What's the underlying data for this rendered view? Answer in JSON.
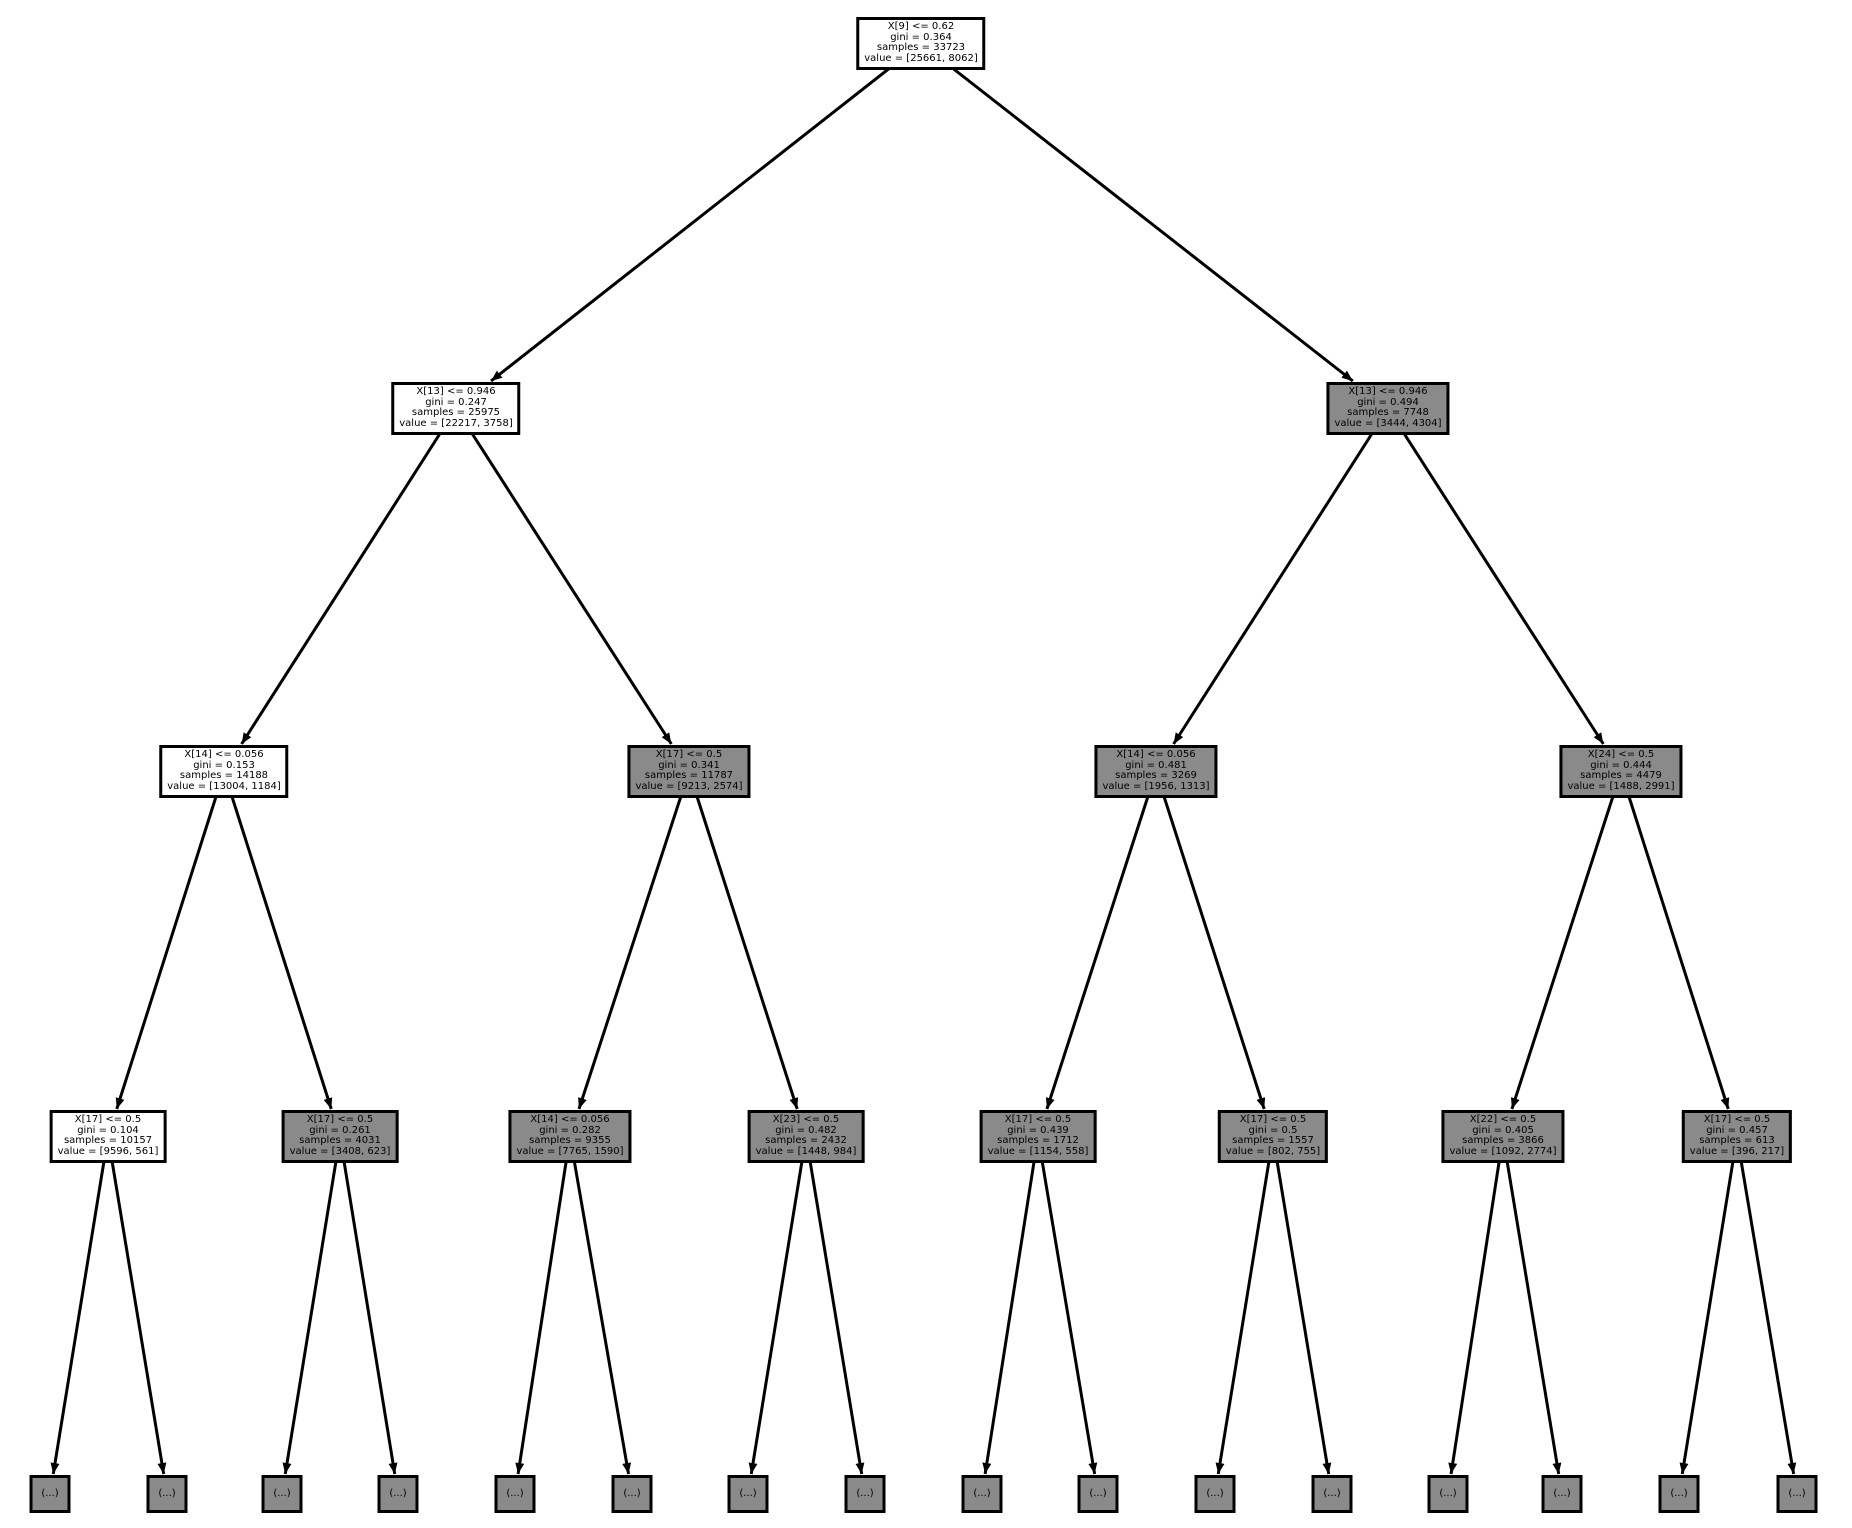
{
  "figure": {
    "background_color": "#ffffff",
    "node_border_color": "#000000",
    "edge_color": "#000000",
    "fill_colors": {
      "white": "#ffffff",
      "gray": "#8a8a8a"
    }
  },
  "tree": {
    "nodes": [
      {
        "id": "n0",
        "fill": "white",
        "children": [
          "n1",
          "n2"
        ],
        "lines": [
          "X[9] <= 0.62",
          "gini = 0.364",
          "samples = 33723",
          "value = [25661, 8062]"
        ]
      },
      {
        "id": "n1",
        "fill": "white",
        "children": [
          "n3",
          "n4"
        ],
        "lines": [
          "X[13] <= 0.946",
          "gini = 0.247",
          "samples = 25975",
          "value = [22217, 3758]"
        ]
      },
      {
        "id": "n2",
        "fill": "gray",
        "children": [
          "n5",
          "n6"
        ],
        "lines": [
          "X[13] <= 0.946",
          "gini = 0.494",
          "samples = 7748",
          "value = [3444, 4304]"
        ]
      },
      {
        "id": "n3",
        "fill": "white",
        "children": [
          "n7",
          "n8"
        ],
        "lines": [
          "X[14] <= 0.056",
          "gini = 0.153",
          "samples = 14188",
          "value = [13004, 1184]"
        ]
      },
      {
        "id": "n4",
        "fill": "gray",
        "children": [
          "n9",
          "n10"
        ],
        "lines": [
          "X[17] <= 0.5",
          "gini = 0.341",
          "samples = 11787",
          "value = [9213, 2574]"
        ]
      },
      {
        "id": "n5",
        "fill": "gray",
        "children": [
          "n11",
          "n12"
        ],
        "lines": [
          "X[14] <= 0.056",
          "gini = 0.481",
          "samples = 3269",
          "value = [1956, 1313]"
        ]
      },
      {
        "id": "n6",
        "fill": "gray",
        "children": [
          "n13",
          "n14"
        ],
        "lines": [
          "X[24] <= 0.5",
          "gini = 0.444",
          "samples = 4479",
          "value = [1488, 2991]"
        ]
      },
      {
        "id": "n7",
        "fill": "white",
        "children": [
          "l0",
          "l1"
        ],
        "lines": [
          "X[17] <= 0.5",
          "gini = 0.104",
          "samples = 10157",
          "value = [9596, 561]"
        ]
      },
      {
        "id": "n8",
        "fill": "gray",
        "children": [
          "l2",
          "l3"
        ],
        "lines": [
          "X[17] <= 0.5",
          "gini = 0.261",
          "samples = 4031",
          "value = [3408, 623]"
        ]
      },
      {
        "id": "n9",
        "fill": "gray",
        "children": [
          "l4",
          "l5"
        ],
        "lines": [
          "X[14] <= 0.056",
          "gini = 0.282",
          "samples = 9355",
          "value = [7765, 1590]"
        ]
      },
      {
        "id": "n10",
        "fill": "gray",
        "children": [
          "l6",
          "l7"
        ],
        "lines": [
          "X[23] <= 0.5",
          "gini = 0.482",
          "samples = 2432",
          "value = [1448, 984]"
        ]
      },
      {
        "id": "n11",
        "fill": "gray",
        "children": [
          "l8",
          "l9"
        ],
        "lines": [
          "X[17] <= 0.5",
          "gini = 0.439",
          "samples = 1712",
          "value = [1154, 558]"
        ]
      },
      {
        "id": "n12",
        "fill": "gray",
        "children": [
          "l10",
          "l11"
        ],
        "lines": [
          "X[17] <= 0.5",
          "gini = 0.5",
          "samples = 1557",
          "value = [802, 755]"
        ]
      },
      {
        "id": "n13",
        "fill": "gray",
        "children": [
          "l12",
          "l13"
        ],
        "lines": [
          "X[22] <= 0.5",
          "gini = 0.405",
          "samples = 3866",
          "value = [1092, 2774]"
        ]
      },
      {
        "id": "n14",
        "fill": "gray",
        "children": [
          "l14",
          "l15"
        ],
        "lines": [
          "X[17] <= 0.5",
          "gini = 0.457",
          "samples = 613",
          "value = [396, 217]"
        ]
      },
      {
        "id": "l0",
        "fill": "gray",
        "lines": [
          "(...)"
        ]
      },
      {
        "id": "l1",
        "fill": "gray",
        "lines": [
          "(...)"
        ]
      },
      {
        "id": "l2",
        "fill": "gray",
        "lines": [
          "(...)"
        ]
      },
      {
        "id": "l3",
        "fill": "gray",
        "lines": [
          "(...)"
        ]
      },
      {
        "id": "l4",
        "fill": "gray",
        "lines": [
          "(...)"
        ]
      },
      {
        "id": "l5",
        "fill": "gray",
        "lines": [
          "(...)"
        ]
      },
      {
        "id": "l6",
        "fill": "gray",
        "lines": [
          "(...)"
        ]
      },
      {
        "id": "l7",
        "fill": "gray",
        "lines": [
          "(...)"
        ]
      },
      {
        "id": "l8",
        "fill": "gray",
        "lines": [
          "(...)"
        ]
      },
      {
        "id": "l9",
        "fill": "gray",
        "lines": [
          "(...)"
        ]
      },
      {
        "id": "l10",
        "fill": "gray",
        "lines": [
          "(...)"
        ]
      },
      {
        "id": "l11",
        "fill": "gray",
        "lines": [
          "(...)"
        ]
      },
      {
        "id": "l12",
        "fill": "gray",
        "lines": [
          "(...)"
        ]
      },
      {
        "id": "l13",
        "fill": "gray",
        "lines": [
          "(...)"
        ]
      },
      {
        "id": "l14",
        "fill": "gray",
        "lines": [
          "(...)"
        ]
      },
      {
        "id": "l15",
        "fill": "gray",
        "lines": [
          "(...)"
        ]
      }
    ]
  }
}
